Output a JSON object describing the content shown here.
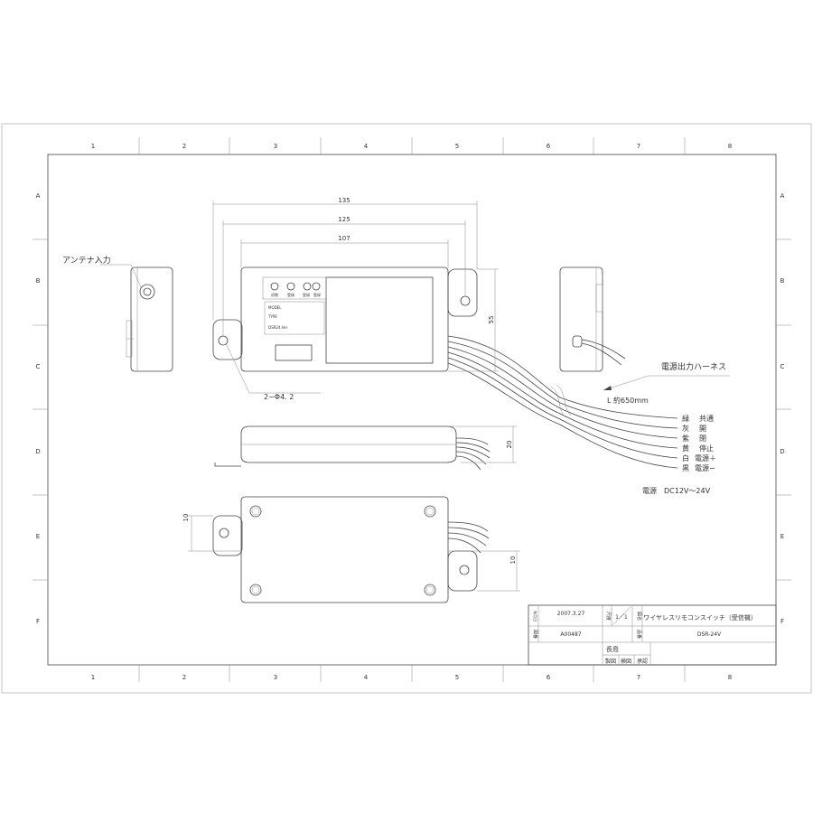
{
  "grid": {
    "columns": [
      "1",
      "2",
      "3",
      "4",
      "5",
      "6",
      "7",
      "8"
    ],
    "rows": [
      "A",
      "B",
      "C",
      "D",
      "E",
      "F"
    ]
  },
  "dimensions": {
    "d135": "135",
    "d125": "125",
    "d107": "107",
    "d55": "55",
    "d20": "20",
    "d10_left": "10",
    "d10_right": "10"
  },
  "labels": {
    "antenna": "アンテナ入力",
    "holes": "2−Φ4. 2",
    "harness": "電源出力ハーネス",
    "length": "L 約650mm",
    "power": "電源　DC12V～24V"
  },
  "wires": [
    {
      "color": "緑",
      "function": "共通"
    },
    {
      "color": "灰",
      "function": "開"
    },
    {
      "color": "紫",
      "function": "閉"
    },
    {
      "color": "黄",
      "function": "停止"
    },
    {
      "color": "白",
      "function": "電源＋"
    },
    {
      "color": "黒",
      "function": "電源−"
    }
  ],
  "panel": {
    "buttons": [
      "初期",
      "登録",
      "登録",
      "登録"
    ],
    "text": [
      "MODEL",
      "TYPE",
      "DSR24.Ver"
    ]
  },
  "title_block": {
    "date_label": "年月日",
    "date": "2007.3.27",
    "scale_label": "尺度",
    "scale": "1／1",
    "drawing_name_label": "図名",
    "drawing_name": "ワイヤレスリモコンスイッチ（受信機）",
    "drawing_no_label": "図番",
    "drawing_no": "A00487",
    "product_label": "品番",
    "product": "DSR-24V",
    "person": "長島",
    "drafted": "製図",
    "checked": "検図",
    "approved": "承認"
  }
}
